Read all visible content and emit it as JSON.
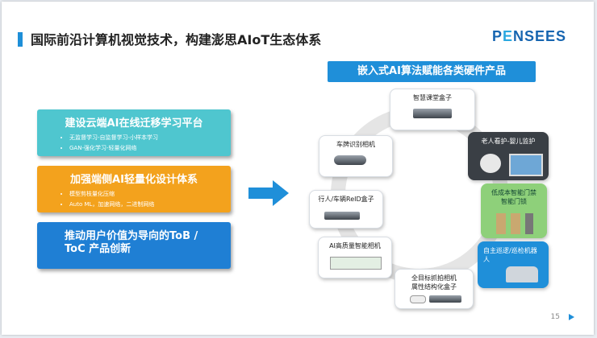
{
  "title": "国际前沿计算机视觉技术，构建澎思AIoT生态体系",
  "logo": {
    "pre": "P",
    "e": "E",
    "post": "NSEES"
  },
  "header_box": "嵌入式AI算法赋能各类硬件产品",
  "panels": [
    {
      "title": "建设云端AI在线迁移学习平台",
      "items": [
        "无监督学习-自监督学习-小样本学习",
        "GAN-强化学习-轻量化网络"
      ],
      "color": "#4fc6cf"
    },
    {
      "title": "加强端侧AI轻量化设计体系",
      "items": [
        "模型剪枝量化压缩",
        "Auto ML，加速网络，二进制网络"
      ],
      "color": "#f3a21d"
    },
    {
      "title_line1": "推动用户价值为导向的ToB /",
      "title_line2": "ToC 产品创新",
      "color": "#1f7fd4"
    }
  ],
  "devices": {
    "classroom": "智慧课堂盒子",
    "elder": "老人看护-婴儿监护",
    "plate": "车牌识别相机",
    "door_line1": "低成本智能门禁",
    "door_line2": "智能门锁",
    "reid": "行人/车辆ReID盒子",
    "robot_line1": "自主巡逻/巡检机器",
    "robot_line2": "人",
    "ai_camera": "AI高质量智能相机",
    "fullcam_line1": "全目标抓拍相机",
    "fullcam_line2": "属性结构化盒子"
  },
  "page_number": "15",
  "colors": {
    "accent": "#1f8fd9",
    "teal": "#4fc6cf",
    "orange": "#f3a21d",
    "deep_blue": "#1f7fd4"
  }
}
